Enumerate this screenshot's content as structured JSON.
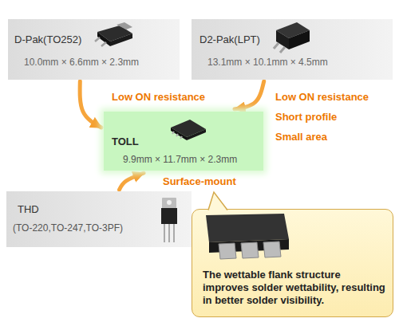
{
  "diagram": {
    "nodes": [
      {
        "text": [
          "D-Pak(TO252)",
          "10.0mm × 6.6mm × 2.3mm"
        ]
      },
      {
        "text": [
          "D2-Pak(LPT)",
          "13.1mm × 10.1mm × 4.5mm"
        ]
      },
      {
        "text": [
          "TOLL",
          "9.9mm × 11.7mm × 2.3mm"
        ]
      },
      {
        "text": [
          "THD",
          "(TO-220,TO-247,TO-3PF)"
        ]
      },
      {
        "text": [
          "The wettable flank structure improves solder wettability, resulting in better solder visibility."
        ]
      }
    ],
    "edges": [
      {
        "from": 0,
        "to": 2,
        "label": "Low ON resistance",
        "arrow": "to"
      },
      {
        "from": 1,
        "to": 2,
        "label": "Low ON resistance",
        "arrow": "to"
      },
      {
        "from": 3,
        "to": 2,
        "label": "Surface-mount",
        "arrow": "to"
      }
    ],
    "labels": [
      "Short profile",
      "Small area"
    ]
  }
}
